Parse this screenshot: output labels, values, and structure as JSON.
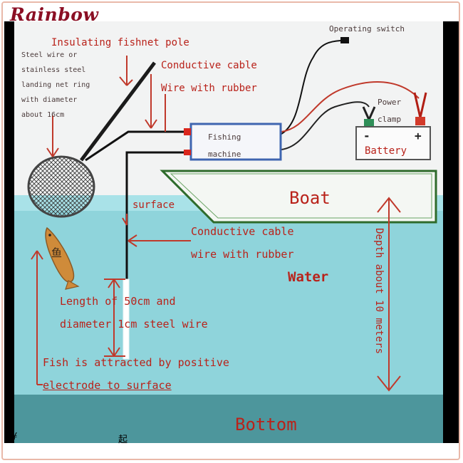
{
  "brand": {
    "name": "Rainbow"
  },
  "labels": {
    "pole": "Insulating fishnet pole",
    "net_note_1": "Steel wire or",
    "net_note_2": "stainless steel",
    "net_note_3": "landing net ring",
    "net_note_4": "with diameter",
    "net_note_5": "about 16cm",
    "conductive_cable_top": "Conductive cable",
    "wire_rubber_top": "Wire with rubber",
    "operating_switch": "Operating switch",
    "power_clamp_1": "Power",
    "power_clamp_2": "clamp",
    "battery": "Battery",
    "battery_minus": "-",
    "battery_plus": "+",
    "fishing_machine_1": "Fishing",
    "fishing_machine_2": "machine",
    "boat": "Boat",
    "surface": "surface",
    "conductive_cable_mid": "Conductive cable",
    "wire_rubber_mid": "wire with rubber",
    "water": "Water",
    "fish_char": "鱼",
    "length_1": "Length of 50cm and",
    "length_2": "diameter 1cm steel wire",
    "attract_1": "Fish is attracted by positive",
    "attract_2": "electrode to surface",
    "depth": "Depth about 10 meters",
    "bottom": "Bottom"
  },
  "footer": {
    "yen": "¥",
    "qi": "起"
  },
  "colors": {
    "label_red": "#b9221a",
    "water": "#8fd4db",
    "bottom": "#4d969c",
    "machine_border": "#3f65b0",
    "boat_outline": "#2e6b2b",
    "brand": "#8b0f24"
  }
}
